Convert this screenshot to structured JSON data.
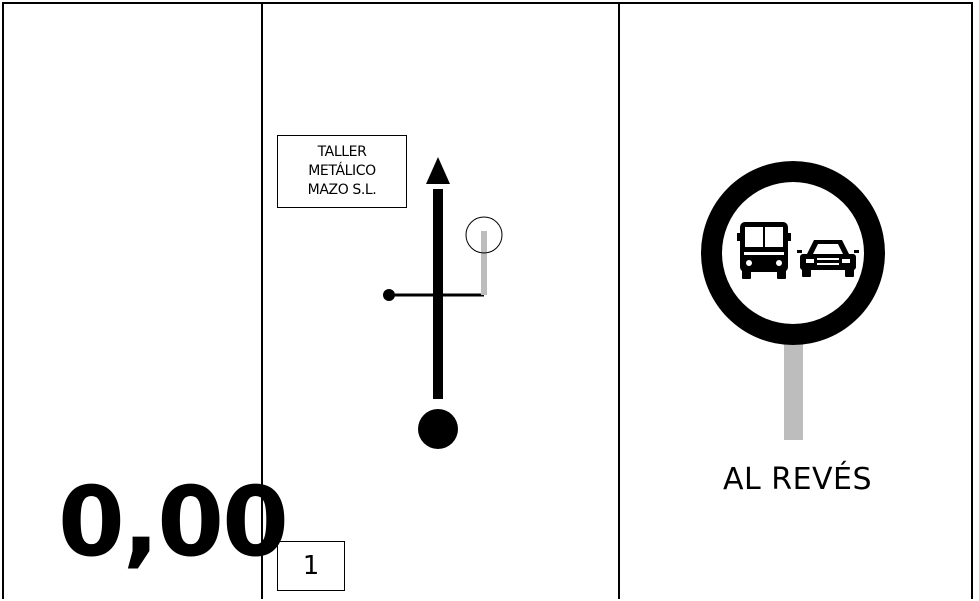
{
  "distance": "0,00",
  "reference": {
    "lines": [
      "TALLER",
      "METÁLICO",
      "MAZO S.L."
    ]
  },
  "step_number": "1",
  "sign": {
    "icon": "no-overtaking-sign",
    "caption": "AL REVÉS"
  }
}
